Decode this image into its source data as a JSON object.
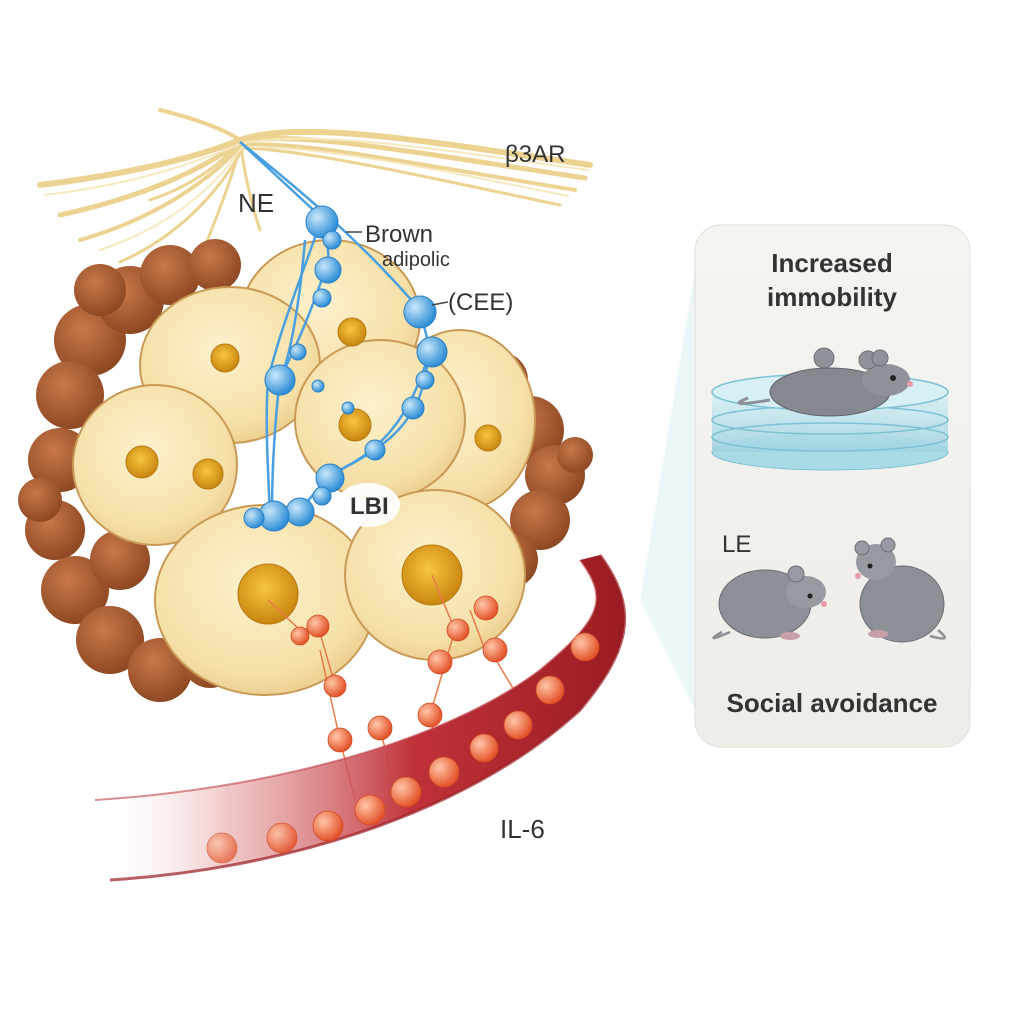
{
  "labels": {
    "receptor": "β3AR",
    "neurotransmitter": "NE",
    "brown_line1": "Brown",
    "brown_line2": "adipolic",
    "cee": "(CEE)",
    "lbi": "LBI",
    "cytokine": "IL-6"
  },
  "panel": {
    "title_line1": "Increased",
    "title_line2": "immobility",
    "mid_label": "LE",
    "bottom_label": "Social avoidance"
  },
  "colors": {
    "nerve": "#efd9a0",
    "brown_tissue": "#a0552c",
    "adipocyte": "#f6e1a9",
    "adipocyte_edge": "#c99a55",
    "nucleus": "#e4a41c",
    "receptor_bead": "#5aaee6",
    "vessel": "#b2232a",
    "cytokine": "#f0744a",
    "water": "#bfe6ef",
    "mouse": "#8c8f96",
    "panel_bg": "#f3f2ee"
  }
}
